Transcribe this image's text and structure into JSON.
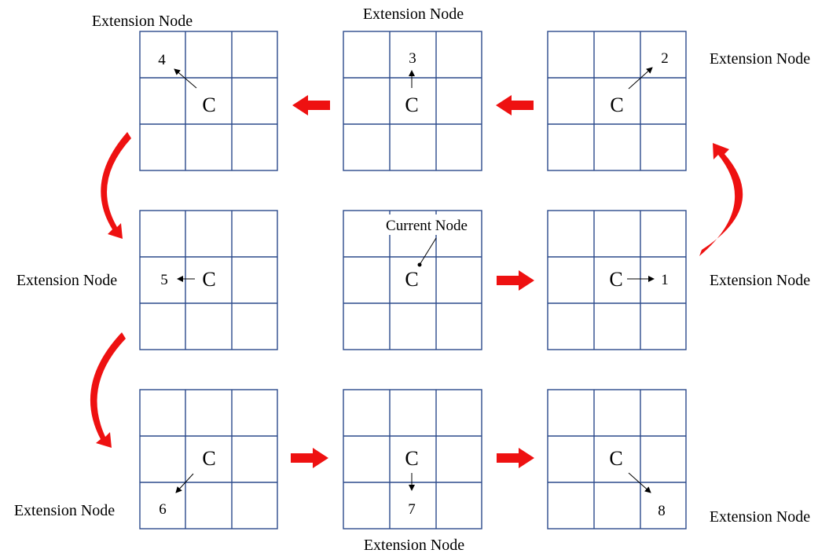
{
  "diagram": {
    "center_letter": "C",
    "current_node_label": "Current Node",
    "extension_label": "Extension Node",
    "neighbors": [
      "1",
      "2",
      "3",
      "4",
      "5",
      "6",
      "7",
      "8"
    ],
    "colors": {
      "grid": "#2c4a8c",
      "flow_arrow": "#ee1111",
      "text": "#000000"
    }
  }
}
